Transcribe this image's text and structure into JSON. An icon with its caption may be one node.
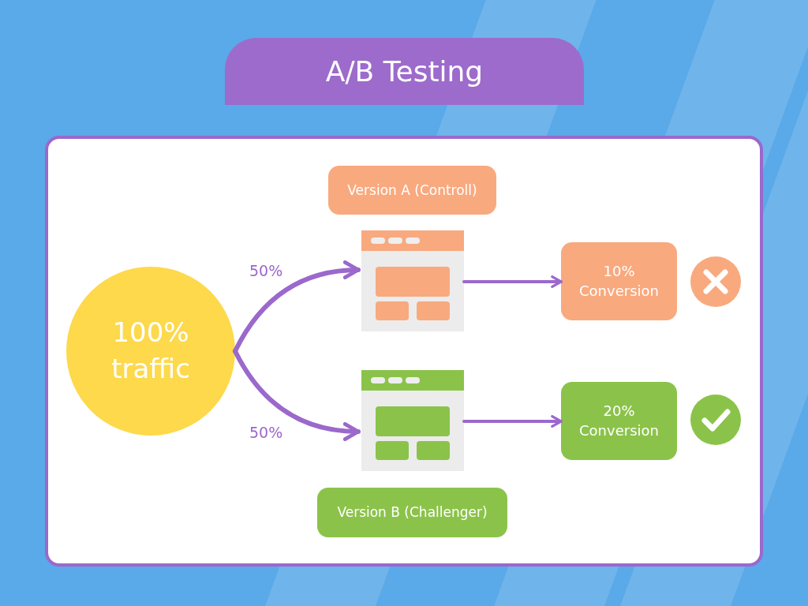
{
  "diagram": {
    "title": "A/B Testing",
    "nodes": [
      {
        "text": [
          "100% traffic"
        ]
      },
      {
        "text": [
          "Version A (Controll)"
        ]
      },
      {
        "text": [],
        "shape": "picture"
      },
      {
        "text": [
          "10% Conversion"
        ]
      },
      {
        "text": [],
        "shape": "picture"
      },
      {
        "text": [
          "20% Conversion"
        ]
      },
      {
        "text": [
          "Version B (Challenger)"
        ]
      }
    ],
    "edges": [
      {
        "from": 0,
        "to": 2,
        "arrow": "to",
        "label": "50%"
      },
      {
        "from": 0,
        "to": 4,
        "arrow": "to",
        "label": "50%"
      },
      {
        "from": 2,
        "to": 3,
        "arrow": "to"
      },
      {
        "from": 4,
        "to": 5,
        "arrow": "to"
      }
    ]
  }
}
